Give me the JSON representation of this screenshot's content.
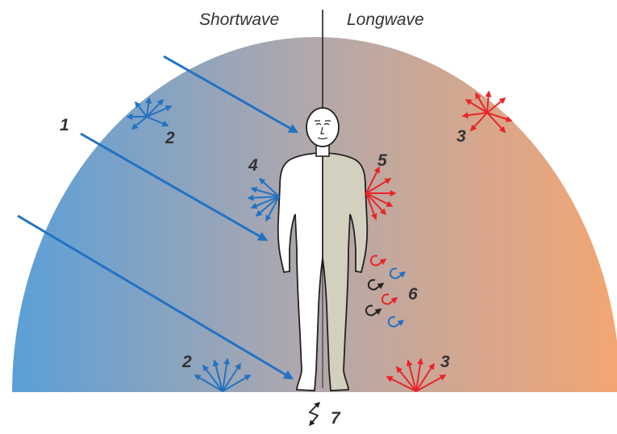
{
  "labels": {
    "shortwave": "Shortwave",
    "longwave": "Longwave"
  },
  "numbers": {
    "n1": "1",
    "n2_upper": "2",
    "n2_lower": "2",
    "n3_upper": "3",
    "n3_lower": "3",
    "n4": "4",
    "n5": "5",
    "n6": "6",
    "n7": "7"
  },
  "colors": {
    "shortwave": "#2272c3",
    "longwave": "#e8252b",
    "convection": "#222222",
    "dome_left": "#5a9fd8",
    "dome_mid": "#b3a8ab",
    "dome_right": "#f4a672",
    "body_left": "#ffffff",
    "body_right": "#d3d0c0"
  }
}
